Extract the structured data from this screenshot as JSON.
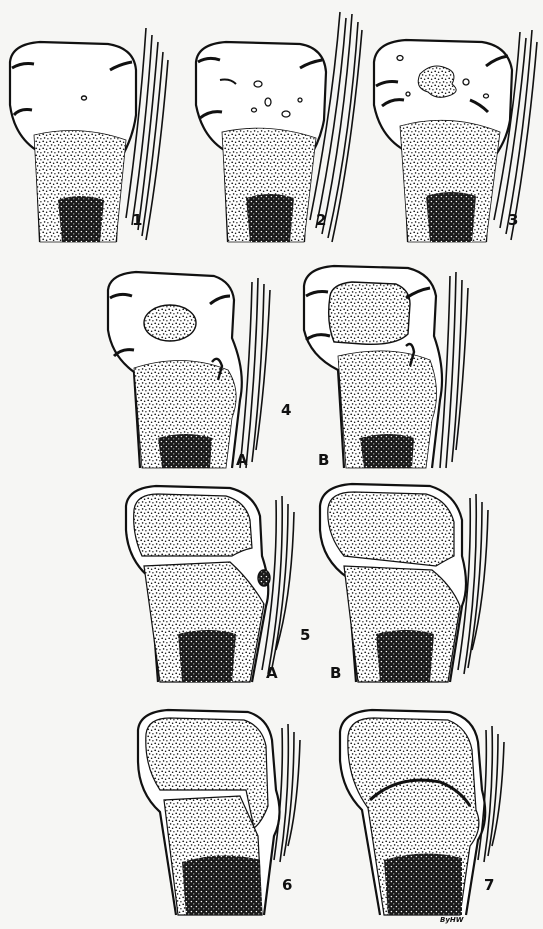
{
  "figure": {
    "panels": [
      {
        "id": "1",
        "label": "1",
        "ossification": "secondary-center-absent",
        "sublabel": ""
      },
      {
        "id": "2",
        "label": "2",
        "ossification": "scattered-small-foci",
        "sublabel": ""
      },
      {
        "id": "3",
        "label": "3",
        "ossification": "coalescing-foci",
        "sublabel": ""
      },
      {
        "id": "4A",
        "label": "4",
        "ossification": "oval-secondary-center",
        "sublabel": "A"
      },
      {
        "id": "4B",
        "label": "",
        "ossification": "enlarged-secondary-center",
        "sublabel": "B"
      },
      {
        "id": "5A",
        "label": "5",
        "ossification": "epiphysis-capping-metaphysis",
        "sublabel": "A"
      },
      {
        "id": "5B",
        "label": "",
        "ossification": "epiphysis-capping-metaphysis",
        "sublabel": "B"
      },
      {
        "id": "6",
        "label": "6",
        "ossification": "physis-narrowing",
        "sublabel": ""
      },
      {
        "id": "7",
        "label": "7",
        "ossification": "physis-closed",
        "sublabel": ""
      }
    ],
    "signature": "ByHW",
    "colors": {
      "ink": "#111111",
      "paper": "#f6f6f4",
      "bone": "#ffffff"
    }
  }
}
